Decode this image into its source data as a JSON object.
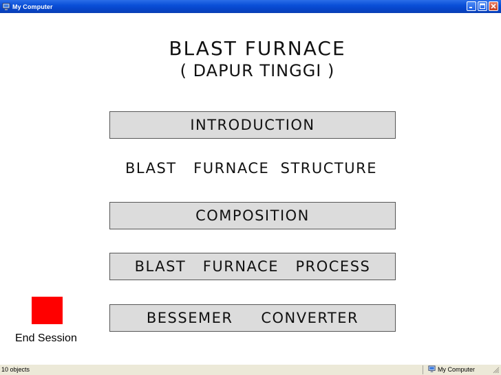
{
  "window": {
    "title": "My Computer"
  },
  "slide": {
    "title": "BLAST   FURNACE",
    "subtitle": "( DAPUR TINGGI )",
    "menu": [
      {
        "label": "INTRODUCTION"
      },
      {
        "label": "BLAST   FURNACE  STRUCTURE"
      },
      {
        "label": "COMPOSITION"
      },
      {
        "label": "BLAST   FURNACE   PROCESS"
      },
      {
        "label": "BESSEMER     CONVERTER"
      }
    ],
    "end_session_label": "End Session",
    "end_session_color": "#ff0000"
  },
  "statusbar": {
    "objects": "10 objects",
    "location": "My Computer"
  },
  "colors": {
    "titlebar": "#0a4fd8",
    "button_fill": "#dcdcdc",
    "statusbar": "#ece9d8"
  }
}
